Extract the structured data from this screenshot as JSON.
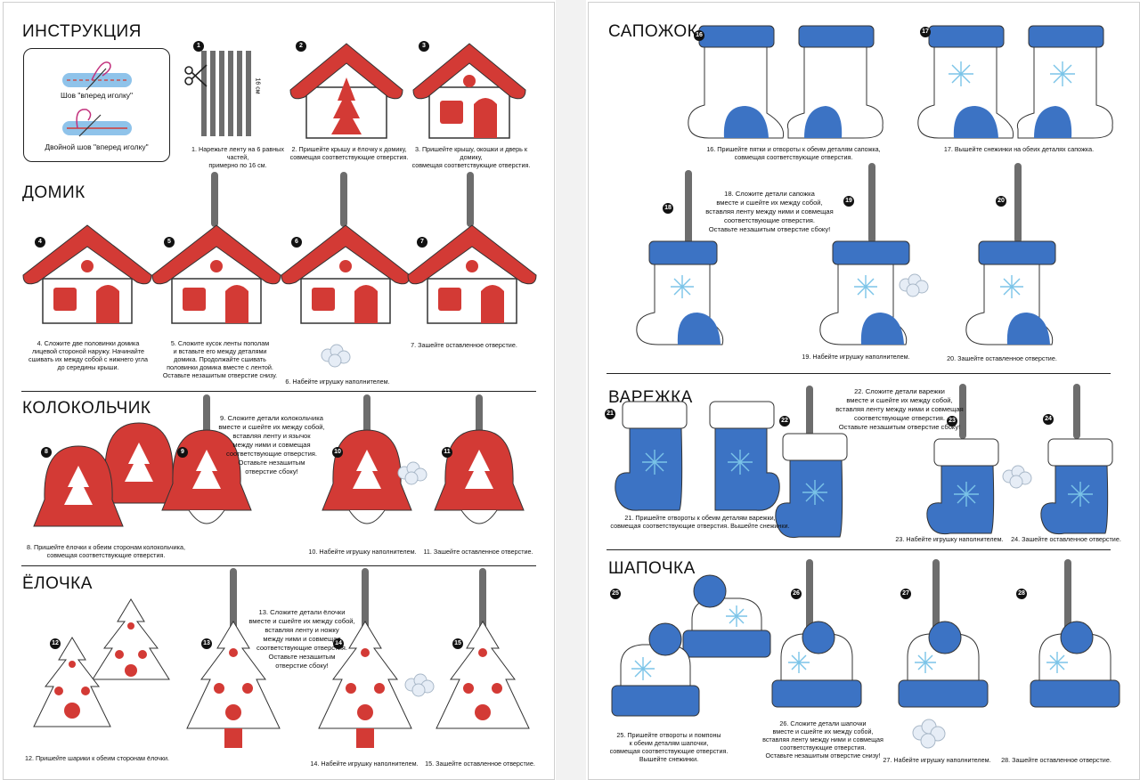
{
  "colors": {
    "red": "#d33a35",
    "blue": "#3c73c4",
    "snow": "#7bc4e8",
    "ribbon": "#6d6d6d",
    "felt": "#ffffff",
    "stroke": "#333333"
  },
  "left": {
    "instr_title": "ИНСТРУКЦИЯ",
    "stitch1": "Шов \"вперед иголку\"",
    "stitch2": "Двойной шов \"вперед иголку\"",
    "ruler": "16 см",
    "house_title": "ДОМИК",
    "bell_title": "КОЛОКОЛЬЧИК",
    "tree_title": "ЁЛОЧКА",
    "c1": "1. Нарежьте ленту на 6 равных частей,\nпримерно по 16 см.",
    "c2": "2. Пришейте крышу и ёлочку к домику,\nсовмещая соответствующие отверстия.",
    "c3": "3. Пришейте крышу, окошки и дверь к домику,\nсовмещая соответствующие отверстия.",
    "c4": "4. Сложите две половинки домика\nлицевой стороной наружу. Начинайте\nсшивать их между собой с нижнего угла\nдо середины крыши.",
    "c5": "5. Сложите кусок ленты пополам\nи вставьте его между деталями\nдомика. Продолжайте сшивать\nполовинки домика вместе с лентой.\nОставьте незашитым отверстие снизу.",
    "c6": "6. Набейте игрушку наполнителем.",
    "c7": "7. Зашейте оставленное отверстие.",
    "c8": "8. Пришейте ёлочки к обеим сторонам колокольчика,\nсовмещая соответствующие отверстия.",
    "c9": "9. Сложите детали колокольчика\nвместе и сшейте их между собой,\nвставляя ленту и язычок\nмежду ними и совмещая\nсоответствующие отверстия.\nОставьте незашитым\nотверстие сбоку!",
    "c10": "10. Набейте игрушку наполнителем.",
    "c11": "11. Зашейте оставленное отверстие.",
    "c12": "12. Пришейте шарики к обеим сторонам ёлочки.",
    "c13": "13. Сложите детали ёлочки\nвместе и сшейте их между собой,\nвставляя ленту и ножку\nмежду ними и совмещая\nсоответствующие отверстия.\nОставьте незашитым\nотверстие сбоку!",
    "c14": "14. Набейте игрушку наполнителем.",
    "c15": "15. Зашейте оставленное отверстие."
  },
  "right": {
    "boot_title": "САПОЖОК",
    "mitten_title": "ВАРЕЖКА",
    "hat_title": "ШАПОЧКА",
    "c16": "16. Пришейте пятки и отвороты к обеим деталям сапожка,\nсовмещая соответствующие отверстия.",
    "c17": "17. Вышейте снежинки на обеих деталях сапожка.",
    "c18": "18. Сложите детали сапожка\nвместе и сшейте их между собой,\nвставляя ленту между ними и совмещая\nсоответствующие отверстия.\nОставьте незашитым отверстие сбоку!",
    "c19": "19. Набейте игрушку наполнителем.",
    "c20": "20. Зашейте оставленное отверстие.",
    "c21": "21. Пришейте отвороты к обеим деталям варежки,\nсовмещая соответствующие отверстия. Вышейте снежинки.",
    "c22": "22. Сложите детали варежки\nвместе и сшейте их между собой,\nвставляя ленту между ними и совмещая\nсоответствующие отверстия.\nОставьте незашитым отверстие сбоку!",
    "c23": "23. Набейте игрушку наполнителем.",
    "c24": "24. Зашейте оставленное отверстие.",
    "c25": "25. Пришейте отвороты и помпоны\nк обеим деталям шапочки,\nсовмещая соответствующие отверстия.\nВышейте снежинки.",
    "c26": "26. Сложите детали шапочки\nвместе и сшейте их между собой,\nвставляя ленту между ними и совмещая\nсоответствующие отверстия.\nОставьте незашитым отверстие снизу!",
    "c27": "27. Набейте игрушку наполнителем.",
    "c28": "28. Зашейте оставленное отверстие."
  },
  "steps": [
    "1",
    "2",
    "3",
    "4",
    "5",
    "6",
    "7",
    "8",
    "9",
    "10",
    "11",
    "12",
    "13",
    "14",
    "15",
    "16",
    "17",
    "18",
    "19",
    "20",
    "21",
    "22",
    "23",
    "24",
    "25",
    "26",
    "27",
    "28"
  ]
}
